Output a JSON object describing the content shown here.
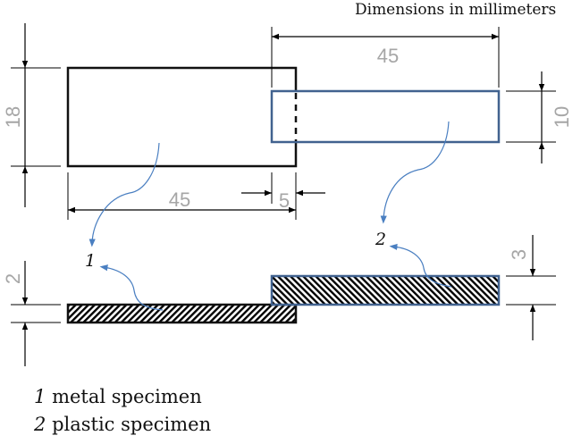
{
  "header": {
    "units_note": "Dimensions in millimeters"
  },
  "dimensions": {
    "metal_height": "18",
    "metal_length": "45",
    "overlap": "5",
    "plastic_length": "45",
    "plastic_height": "10",
    "metal_thickness": "2",
    "plastic_thickness": "3"
  },
  "callouts": {
    "metal": "1",
    "plastic": "2"
  },
  "legend": [
    {
      "num": "1",
      "label": "metal specimen"
    },
    {
      "num": "2",
      "label": "plastic specimen"
    }
  ],
  "colors": {
    "metal_outline": "#111111",
    "plastic_outline": "#41628f",
    "leader": "#4a7fc1",
    "dim_text": "#a6a6a6"
  }
}
